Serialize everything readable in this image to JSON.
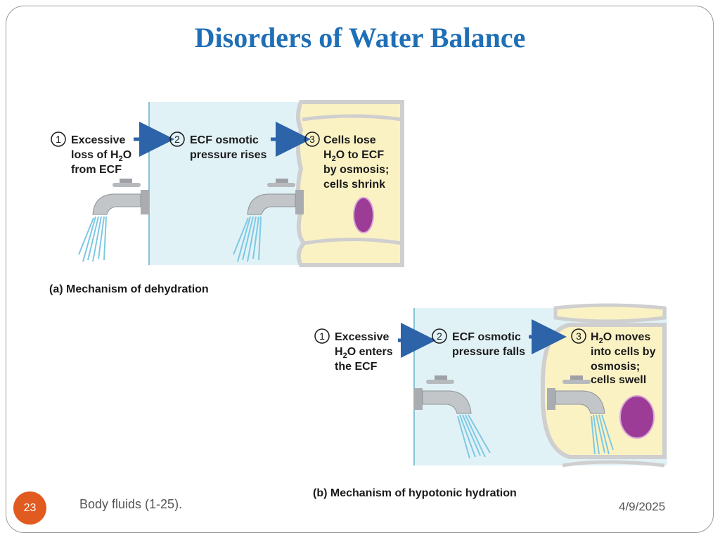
{
  "slide": {
    "title": "Disorders of Water Balance",
    "page_number": "23",
    "footer_text": "Body fluids (1-25).",
    "date": "4/9/2025"
  },
  "panel_a": {
    "caption": "(a) Mechanism of dehydration",
    "step1": {
      "number": "1",
      "line1": "Excessive",
      "line2_pre": "loss of H",
      "line2_sub": "2",
      "line2_post": "O",
      "line3": "from ECF"
    },
    "step2": {
      "number": "2",
      "line1": "ECF osmotic",
      "line2": "pressure rises"
    },
    "step3": {
      "number": "3",
      "line1": "Cells lose",
      "line2_pre": "H",
      "line2_sub": "2",
      "line2_post": "O to ECF",
      "line3": "by osmosis;",
      "line4": "cells shrink"
    }
  },
  "panel_b": {
    "caption": "(b) Mechanism of hypotonic hydration",
    "step1": {
      "number": "1",
      "line1": "Excessive",
      "line2_pre": "H",
      "line2_sub": "2",
      "line2_post": "O enters",
      "line3": "the ECF"
    },
    "step2": {
      "number": "2",
      "line1": "ECF osmotic",
      "line2": "pressure falls"
    },
    "step3": {
      "number": "3",
      "line1_pre": "H",
      "line1_sub": "2",
      "line1_post": "O moves",
      "line2": "into cells by",
      "line3": "osmosis;",
      "line4": "cells swell"
    }
  },
  "colors": {
    "title": "#1f6fb6",
    "ecf_fill": "#e1f2f7",
    "cell_fill": "#fbf2c4",
    "cell_border": "#cfcfcf",
    "nucleus": "#9c3c97",
    "arrow": "#2d63a8",
    "water": "#7ec8e3",
    "badge": "#e15a1f"
  },
  "icons": [
    "faucet-icon",
    "water-stream-icon",
    "arrow-right-icon",
    "step-number-icon"
  ]
}
